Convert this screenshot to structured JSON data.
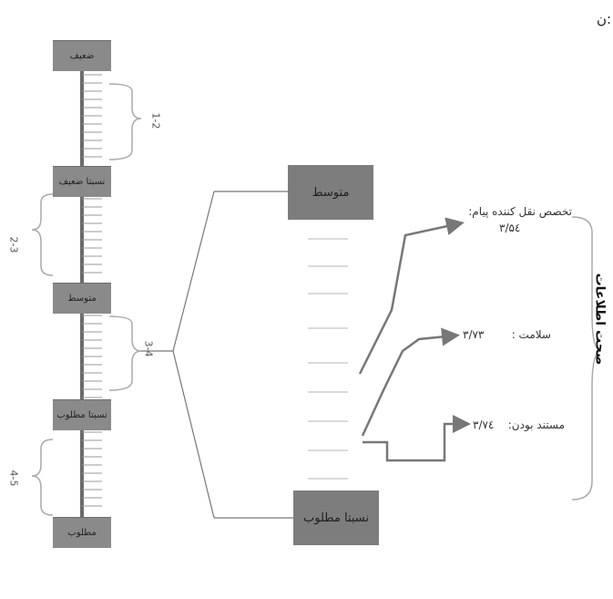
{
  "corner_mark": "ن:",
  "vertical_title": "صحت اطلاعات",
  "levels": [
    "ضعیف",
    "نسبتا ضعیف",
    "متوسط",
    "نسبتا مطلوب",
    "مطلوب"
  ],
  "ranges": [
    "1-2",
    "2-3",
    "3-4",
    "4-5"
  ],
  "center_boxes": {
    "top": "متوسط",
    "bottom": "نسبتا مطلوب"
  },
  "indicators": [
    {
      "label": "تخصص نقل کننده پیام:",
      "value": "۳/۵٤"
    },
    {
      "label": "سلامت :",
      "value": "۳/۷۳"
    },
    {
      "label": "مستند بودن:",
      "value": "۳/۷٤"
    }
  ]
}
